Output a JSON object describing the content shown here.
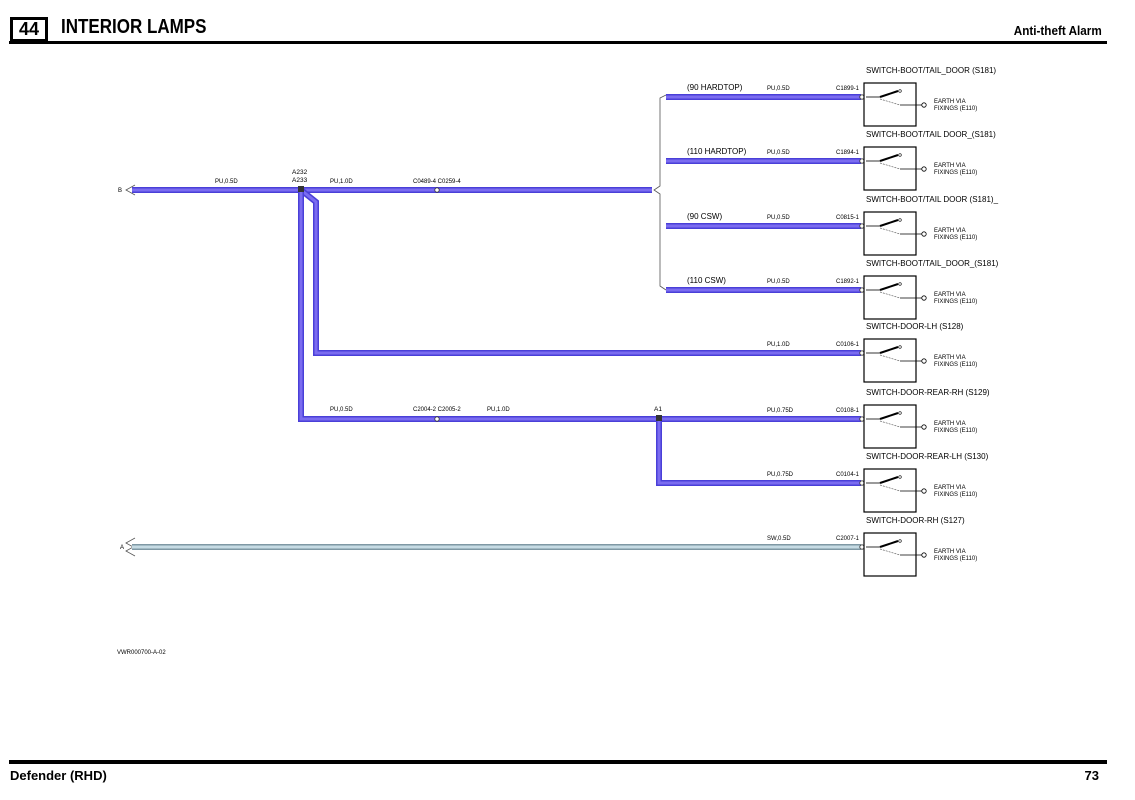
{
  "header": {
    "section_number": "44",
    "title": "INTERIOR LAMPS",
    "system": "Anti-theft Alarm"
  },
  "footer": {
    "model": "Defender (RHD)",
    "page_number": "73"
  },
  "diagram": {
    "id": "VWR000700-A-02",
    "colors": {
      "pu_wire": "#7b6cf0",
      "pu_wire_edge": "#4a3fd8",
      "sw_wire": "#c6dbe4",
      "sw_wire_edge": "#7f98a4"
    },
    "connectors": {
      "b": "B",
      "a": "A"
    },
    "trunk": {
      "wire_b": "PU,0.5D",
      "splice_top": "A232",
      "splice_bottom": "A233",
      "wire_after_splice": "PU,1.0D",
      "connector_pair": "C0489-4 C0259-4"
    },
    "lower_branch": {
      "wire_1": "PU,0.5D",
      "connector_pair": "C2004-2 C2005-2",
      "wire_2": "PU,1.0D",
      "splice": "A1"
    },
    "switches": [
      {
        "name": "SWITCH-BOOT/TAIL_DOOR (S181)",
        "variant": "(90 HARDTOP)",
        "wire": "PU,0.5D",
        "connector": "C1899-1",
        "earth_1": "EARTH VIA",
        "earth_2": "FIXINGS (E110)"
      },
      {
        "name": "SWITCH-BOOT/TAIL DOOR_(S181)",
        "variant": "(110 HARDTOP)",
        "wire": "PU,0.5D",
        "connector": "C1894-1",
        "earth_1": "EARTH VIA",
        "earth_2": "FIXINGS (E110)"
      },
      {
        "name": "SWITCH-BOOT/TAIL DOOR (S181)_",
        "variant": "(90 CSW)",
        "wire": "PU,0.5D",
        "connector": "C0815-1",
        "earth_1": "EARTH VIA",
        "earth_2": "FIXINGS (E110)"
      },
      {
        "name": "SWITCH-BOOT/TAIL_DOOR_(S181)",
        "variant": "(110 CSW)",
        "wire": "PU,0.5D",
        "connector": "C1892-1",
        "earth_1": "EARTH VIA",
        "earth_2": "FIXINGS (E110)"
      },
      {
        "name": "SWITCH-DOOR-LH (S128)",
        "variant": "",
        "wire": "PU,1.0D",
        "connector": "C0106-1",
        "earth_1": "EARTH VIA",
        "earth_2": "FIXINGS (E110)"
      },
      {
        "name": "SWITCH-DOOR-REAR-RH (S129)",
        "variant": "",
        "wire": "PU,0.75D",
        "connector": "C0108-1",
        "earth_1": "EARTH VIA",
        "earth_2": "FIXINGS (E110)"
      },
      {
        "name": "SWITCH-DOOR-REAR-LH (S130)",
        "variant": "",
        "wire": "PU,0.75D",
        "connector": "C0104-1",
        "earth_1": "EARTH VIA",
        "earth_2": "FIXINGS (E110)"
      },
      {
        "name": "SWITCH-DOOR-RH (S127)",
        "variant": "",
        "wire": "SW,0.5D",
        "connector": "C2007-1",
        "earth_1": "EARTH VIA",
        "earth_2": "FIXINGS (E110)"
      }
    ]
  }
}
